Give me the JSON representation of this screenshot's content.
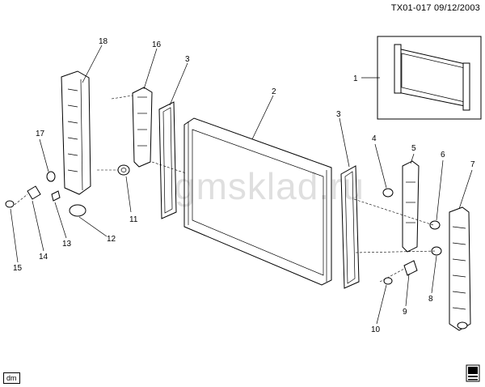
{
  "header": {
    "code": "TX01-017  09/12/2003"
  },
  "watermark": "gmsklad.ru",
  "footer_tag": "dm",
  "callouts": [
    "1",
    "2",
    "3",
    "3",
    "4",
    "5",
    "6",
    "7",
    "8",
    "9",
    "10",
    "11",
    "12",
    "13",
    "14",
    "15",
    "16",
    "17",
    "18"
  ]
}
